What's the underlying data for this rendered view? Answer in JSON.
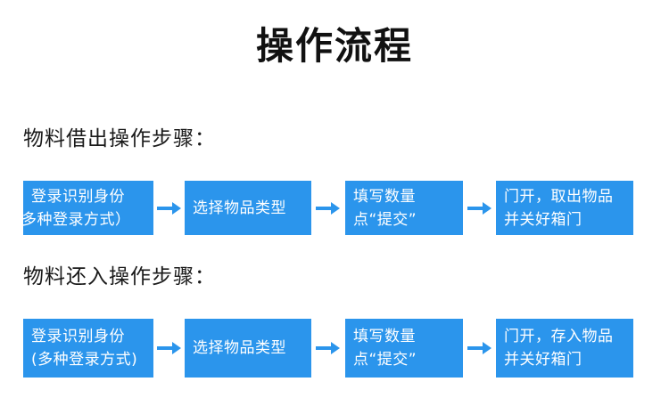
{
  "title": "操作流程",
  "theme": {
    "box_fill": "#2b95ec",
    "box_text": "#ffffff",
    "arrow_color": "#2b95ec",
    "heading_text": "#1a1a1a",
    "title_text": "#111111",
    "background": "#ffffff"
  },
  "sections": [
    {
      "heading": "物料借出操作步骤：",
      "steps": [
        {
          "line1": "登录识别身份",
          "line2": "多种登录方式）"
        },
        {
          "line1": "选择物品类型",
          "line2": ""
        },
        {
          "line1": "填写数量",
          "line2": "点“提交”"
        },
        {
          "line1": "门开，取出物品",
          "line2": "并关好箱门"
        }
      ],
      "arrows": [
        "→",
        "→",
        "→"
      ]
    },
    {
      "heading": "物料还入操作步骤：",
      "steps": [
        {
          "line1": "登录识别身份",
          "line2": "(多种登录方式)"
        },
        {
          "line1": "选择物品类型",
          "line2": ""
        },
        {
          "line1": "填写数量",
          "line2": "点“提交”"
        },
        {
          "line1": "门开，存入物品",
          "line2": "并关好箱门"
        }
      ],
      "arrows": [
        "→",
        "→",
        "→"
      ]
    }
  ]
}
